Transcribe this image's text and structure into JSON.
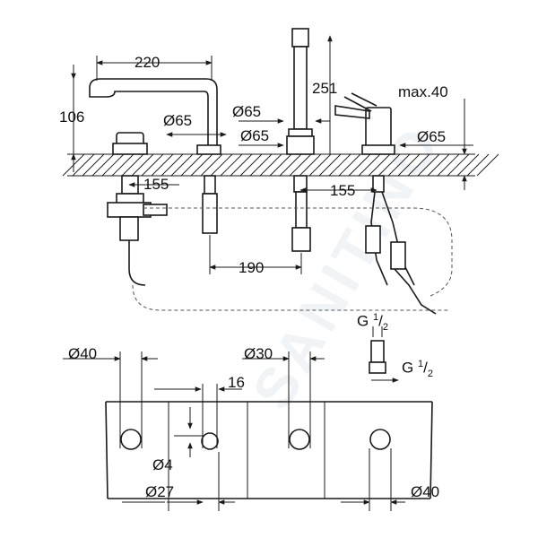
{
  "watermark": "SANITINO",
  "top_view": {
    "dim_220": "220",
    "dim_106": "106",
    "dim_65a": "Ø65",
    "dim_65b": "Ø65",
    "dim_65c": "Ø65",
    "dim_65d": "Ø65",
    "dim_251": "251",
    "dim_max40": "max.40",
    "dim_155a": "155",
    "dim_155b": "155",
    "dim_190": "190",
    "thread_g": "G",
    "thread_frac_num": "1",
    "thread_frac_den": "2"
  },
  "bottom_view": {
    "dim_40a": "Ø40",
    "dim_30": "Ø30",
    "dim_16": "16",
    "dim_4": "Ø4",
    "dim_27": "Ø27",
    "dim_40b": "Ø40",
    "thread_g": "G",
    "thread_frac_num": "1",
    "thread_frac_den": "2"
  }
}
